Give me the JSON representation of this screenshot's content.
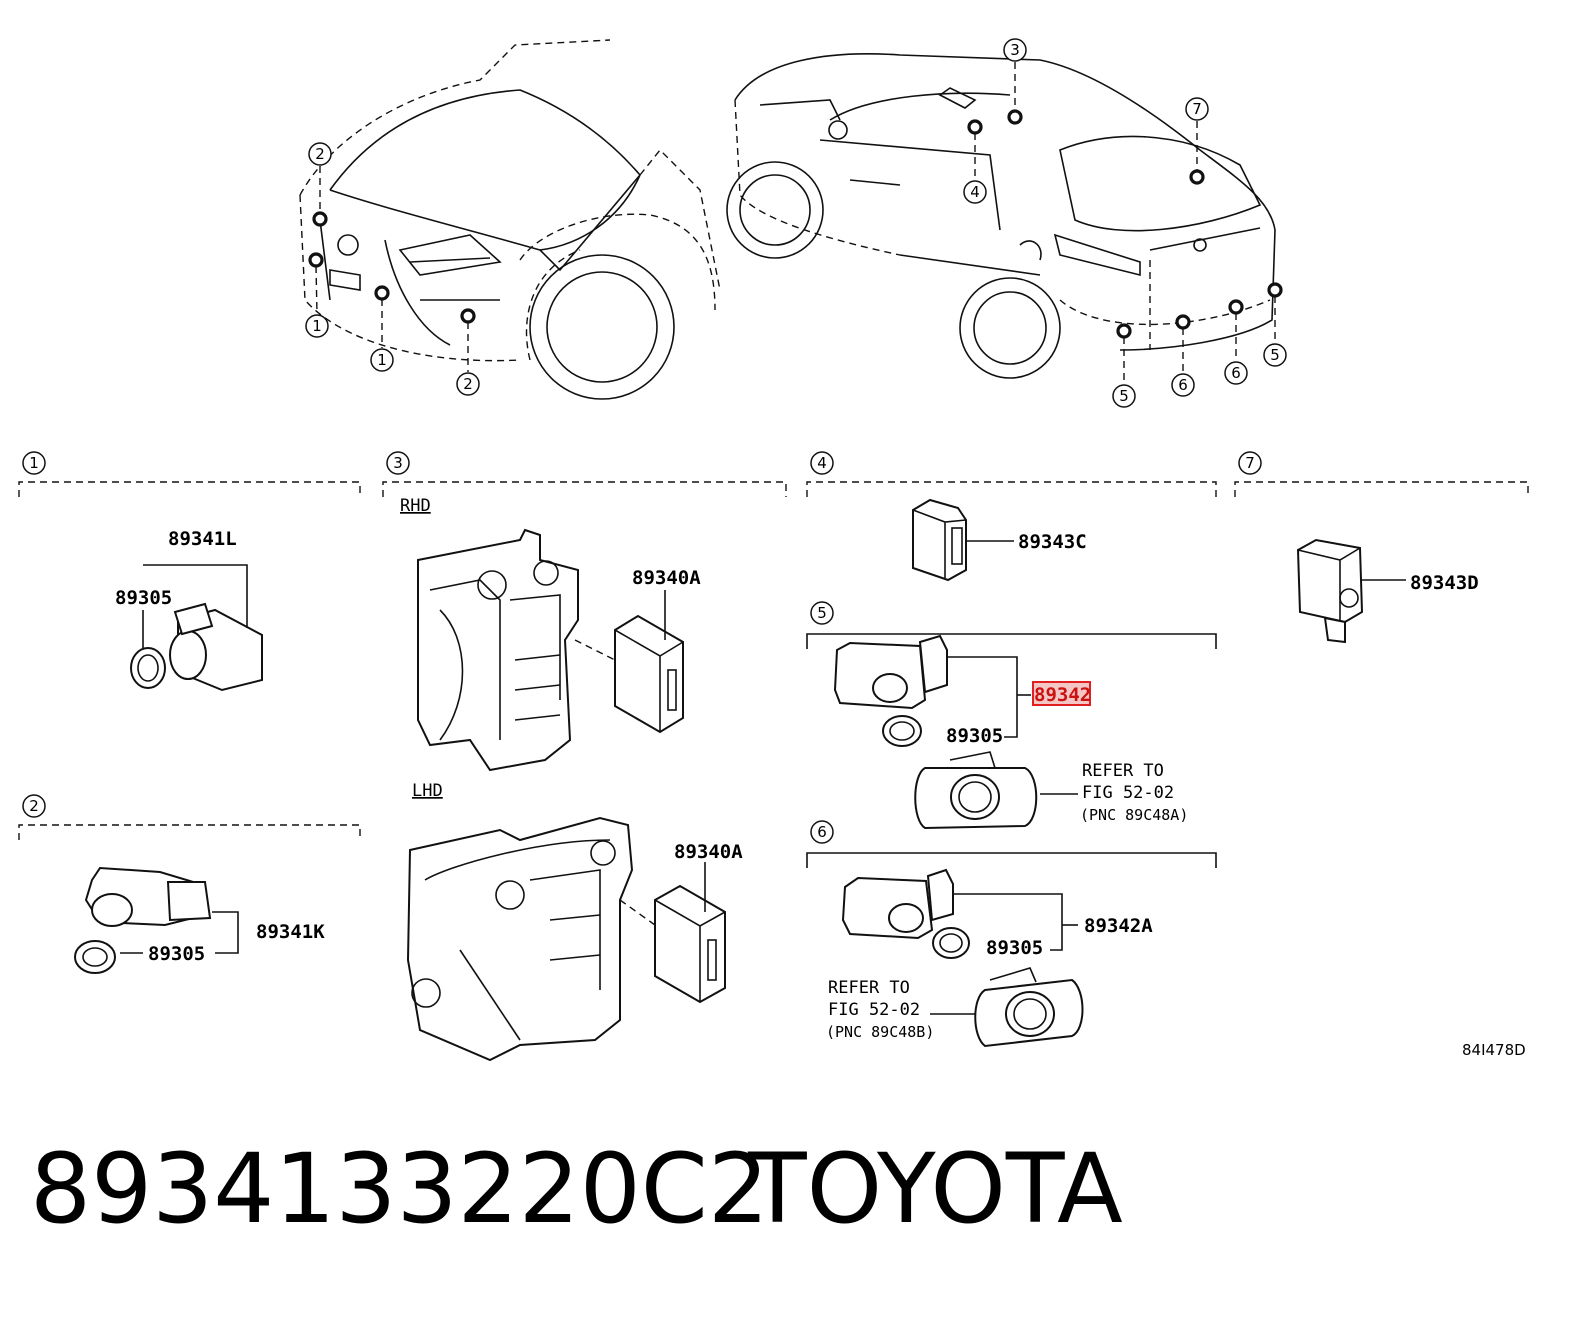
{
  "callouts": {
    "c1": "1",
    "c2": "2",
    "c3": "3",
    "c4": "4",
    "c5": "5",
    "c6": "6",
    "c7": "7"
  },
  "section1": {
    "label_main": "89341L",
    "label_grommet": "89305"
  },
  "section2": {
    "label_main": "89341K",
    "label_grommet": "89305"
  },
  "section3": {
    "rhd": "RHD",
    "lhd": "LHD",
    "ecu_rhd": "89340A",
    "ecu_lhd": "89340A"
  },
  "section4": {
    "label": "89343C"
  },
  "section5": {
    "label_highlighted": "89342",
    "label_grommet": "89305",
    "refer_line1": "REFER TO",
    "refer_line2": "FIG 52-02",
    "refer_line3": "(PNC 89C48A)"
  },
  "section6": {
    "label_main": "89342A",
    "label_grommet": "89305",
    "refer_line1": "REFER TO",
    "refer_line2": "FIG 52-02",
    "refer_line3": "(PNC 89C48B)"
  },
  "section7": {
    "label": "89343D"
  },
  "figure_code": "84I478D",
  "footer": {
    "part_number": "8934133220C2",
    "brand": "TOYOTA"
  },
  "colors": {
    "highlight_border": "#e02020",
    "highlight_fill": "#f4c6c6",
    "line": "#111111"
  }
}
